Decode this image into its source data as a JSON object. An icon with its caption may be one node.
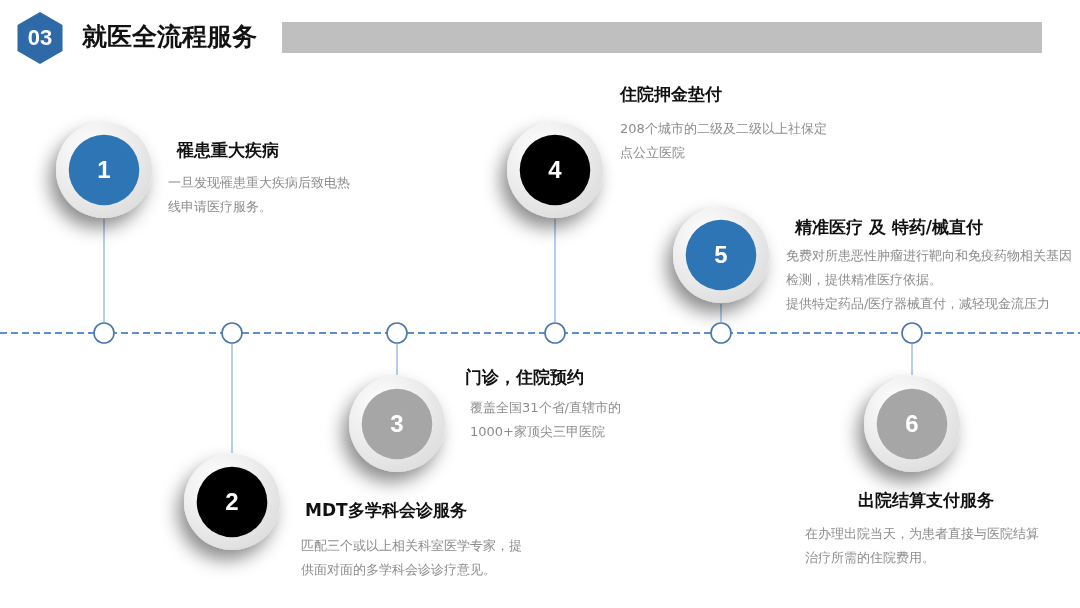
{
  "diagram": {
    "title": "就医全流程服务",
    "nodes": [
      {
        "text": [
          "03"
        ]
      },
      {
        "text": [
          "1"
        ],
        "beside": [
          "罹患重大疾病",
          "一旦发现罹患重大疾病后致电热线申请医疗服务。"
        ]
      },
      {
        "text": [
          "2"
        ],
        "beside": [
          "MDT多学科会诊服务",
          "匹配三个或以上相关科室医学专家，提供面对面的多学科会诊诊疗意见。"
        ]
      },
      {
        "text": [
          "3"
        ],
        "beside": [
          "门诊，住院预约",
          "覆盖全国31个省/直辖市的1000+家顶尖三甲医院"
        ]
      },
      {
        "text": [
          "4"
        ],
        "beside": [
          "住院押金垫付",
          "208个城市的二级及二级以上社保定点公立医院"
        ]
      },
      {
        "text": [
          "5"
        ],
        "beside": [
          "精准医疗 及 特药/械直付",
          "免费对所患恶性肿瘤进行靶向和免疫药物相关基因检测，提供精准医疗依据。",
          "提供特定药品/医疗器械直付，减轻现金流压力"
        ]
      },
      {
        "text": [
          "6"
        ],
        "beside": [
          "出院结算支付服务",
          "在办理出院当天，为患者直接与医院结算治疗所需的住院费用。"
        ]
      },
      {
        "text": [],
        "shape": "circle"
      },
      {
        "text": [],
        "shape": "circle"
      },
      {
        "text": [],
        "shape": "circle"
      },
      {
        "text": [],
        "shape": "circle"
      },
      {
        "text": [],
        "shape": "circle"
      },
      {
        "text": [],
        "shape": "circle"
      }
    ],
    "edges": [
      {
        "from": 1,
        "to": 7,
        "arrow": "none"
      },
      {
        "from": 2,
        "to": 8,
        "arrow": "none"
      },
      {
        "from": 3,
        "to": 9,
        "arrow": "none"
      },
      {
        "from": 4,
        "to": 10,
        "arrow": "none"
      },
      {
        "from": 5,
        "to": 11,
        "arrow": "none"
      },
      {
        "from": 6,
        "to": 12,
        "arrow": "none"
      }
    ]
  }
}
